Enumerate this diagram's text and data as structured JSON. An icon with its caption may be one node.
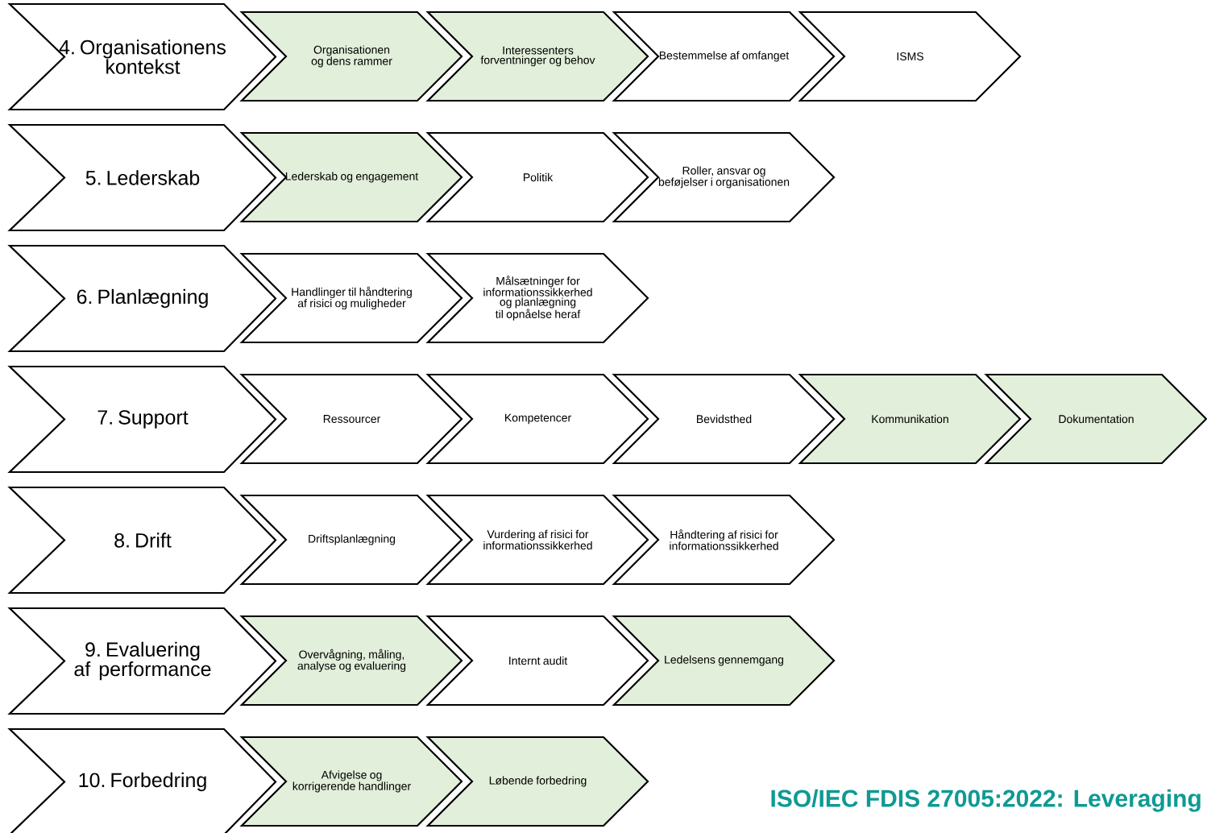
{
  "diagram": {
    "nodes": [
      {
        "text": [
          "4. Organisationens kontekst"
        ]
      },
      {
        "text": [
          "Organisationen og dens rammer"
        ]
      },
      {
        "text": [
          "Interessenters forventninger og behov"
        ]
      },
      {
        "text": [
          "Bestemmelse af omfanget"
        ]
      },
      {
        "text": [
          "ISMS"
        ]
      },
      {
        "text": [
          "5. Lederskab"
        ]
      },
      {
        "text": [
          "Lederskab og engagement"
        ]
      },
      {
        "text": [
          "Politik"
        ]
      },
      {
        "text": [
          "Roller, ansvar og beføjelser i organisationen"
        ]
      },
      {
        "text": [
          "6. Planlægning"
        ]
      },
      {
        "text": [
          "Handlinger til håndtering af risici og muligheder"
        ]
      },
      {
        "text": [
          "Målsætninger for informationssikkerhed og planlægning til opnåelse heraf"
        ]
      },
      {
        "text": [
          "7. Support"
        ]
      },
      {
        "text": [
          "Ressourcer"
        ]
      },
      {
        "text": [
          "Kompetencer"
        ]
      },
      {
        "text": [
          "Bevidsthed"
        ]
      },
      {
        "text": [
          "Kommunikation"
        ]
      },
      {
        "text": [
          "Dokumentation"
        ]
      },
      {
        "text": [
          "8. Drift"
        ]
      },
      {
        "text": [
          "Driftsplanlægning"
        ]
      },
      {
        "text": [
          "Vurdering af risici for informationssikkerhed"
        ]
      },
      {
        "text": [
          "Håndtering af risici for informationssikkerhed"
        ]
      },
      {
        "text": [
          "9. Evaluering af performance"
        ]
      },
      {
        "text": [
          "Overvågning, måling, analyse og evaluering"
        ]
      },
      {
        "text": [
          "Internt audit"
        ]
      },
      {
        "text": [
          "Ledelsens gennemgang"
        ]
      },
      {
        "text": [
          "10. Forbedring"
        ]
      },
      {
        "text": [
          "Afvigelse og korrigerende handlinger"
        ]
      },
      {
        "text": [
          "Løbende forbedring"
        ]
      }
    ],
    "labels": [
      "ISO/IEC FDIS 27005:2022: Leveraging"
    ]
  }
}
